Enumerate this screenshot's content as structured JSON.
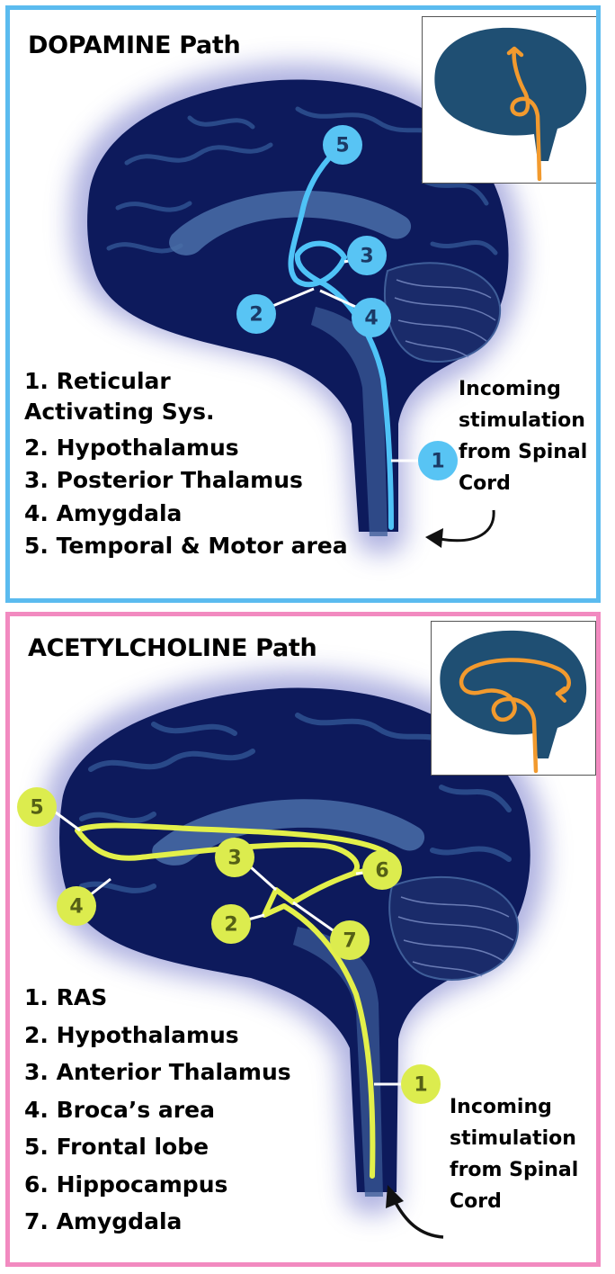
{
  "dopamine": {
    "title": "DOPAMINE Path",
    "legend": [
      "1. Reticular Activating Sys.",
      "2. Hypothalamus",
      "3. Posterior Thalamus",
      "4. Amygdala",
      "5. Temporal & Motor area"
    ],
    "nodes": [
      "5",
      "3",
      "2",
      "4",
      "1"
    ],
    "note": "Incoming stimulation from Spinal Cord",
    "colors": {
      "border": "#5bbbef",
      "path": "#4fc3f7",
      "node": "#58c4f4"
    }
  },
  "acetylcholine": {
    "title": "ACETYLCHOLINE Path",
    "legend": [
      "1. RAS",
      "2. Hypothalamus",
      "3. Anterior Thalamus",
      "4. Broca’s area",
      "5. Frontal lobe",
      "6. Hippocampus",
      "7. Amygdala"
    ],
    "nodes": [
      "5",
      "4",
      "3",
      "2",
      "6",
      "7",
      "1"
    ],
    "note": "Incoming stimulation from Spinal Cord",
    "colors": {
      "border": "#f28ac0",
      "path": "#e3f04a",
      "node": "#dcec4e"
    }
  },
  "icons": [
    "brain-thumbnail-icon",
    "arrow-icon"
  ],
  "brain_color": "#0d1a5c",
  "thumb_brain_color": "#1f4f73",
  "thumb_path_color": "#f29a2e"
}
